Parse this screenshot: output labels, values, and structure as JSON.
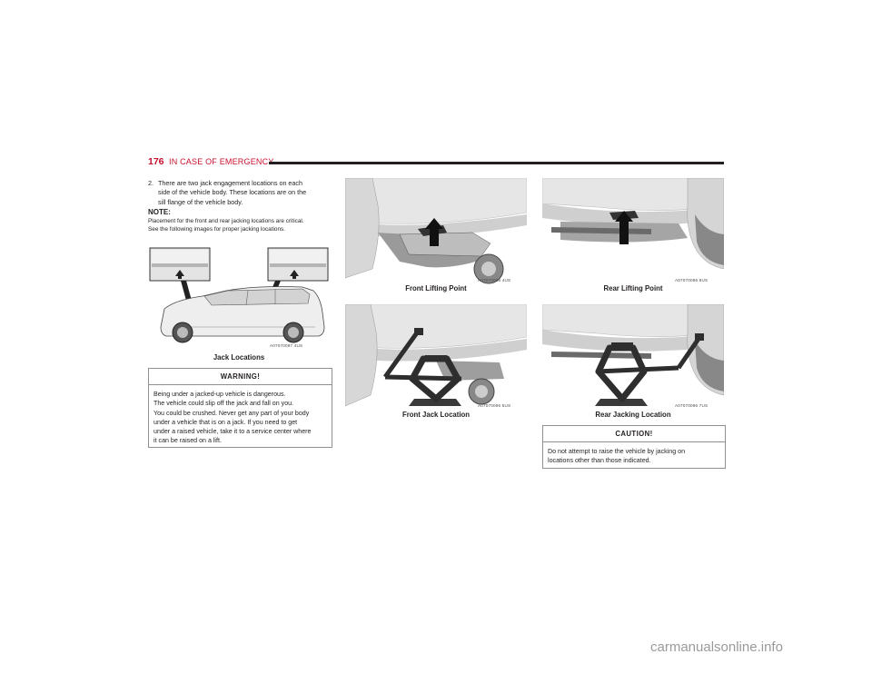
{
  "header": {
    "page_number": "176",
    "section": "IN CASE OF EMERGENCY"
  },
  "step": {
    "number": "2.",
    "lines": [
      "There are two jack engagement locations on each",
      "side of the vehicle body. These locations are on the",
      "sill flange of the vehicle body."
    ]
  },
  "note": {
    "heading": "NOTE:",
    "lines": [
      "Placement for the front and rear jacking locations are critical.",
      "See the following images for proper jacking locations."
    ]
  },
  "figures": {
    "jack_locations": {
      "caption": "Jack Locations",
      "code": "A07070097 4US"
    },
    "front_lifting": {
      "caption": "Front Lifting Point",
      "code": "A07070096 4US"
    },
    "rear_lifting": {
      "caption": "Rear Lifting Point",
      "code": "A07070096 8US"
    },
    "front_jack": {
      "caption": "Front Jack Location",
      "code": "A07070096 5US"
    },
    "rear_jacking": {
      "caption": "Rear Jacking Location",
      "code": "A07070096 7US"
    }
  },
  "warning": {
    "title": "WARNING!",
    "lines": [
      "Being under a jacked-up vehicle is dangerous.",
      "The vehicle could slip off the jack and fall on you.",
      "You could be crushed. Never get any part of your body",
      "under a vehicle that is on a jack. If you need to get",
      "under a raised vehicle, take it to a service center where",
      "it can be raised on a lift."
    ]
  },
  "caution": {
    "title": "CAUTION!",
    "lines": [
      "Do not attempt to raise the vehicle by jacking on",
      "locations other than those indicated."
    ]
  },
  "watermark": "carmanualsonline.info"
}
